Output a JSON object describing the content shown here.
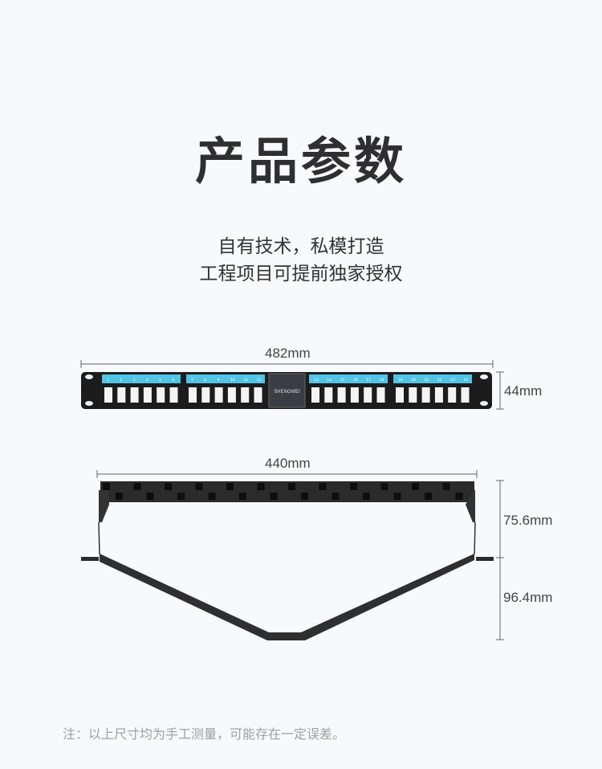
{
  "title": "产品参数",
  "subtitle": [
    "自有技术，私模打造",
    "工程项目可提前独家授权"
  ],
  "front_view": {
    "width_label": "482mm",
    "height_label": "44mm",
    "brand": "SHENGWEI",
    "port_numbers": [
      "1",
      "2",
      "3",
      "4",
      "5",
      "6",
      "7",
      "8",
      "9",
      "10",
      "11",
      "12",
      "13",
      "14",
      "15",
      "16",
      "17",
      "18",
      "19",
      "20",
      "21",
      "22",
      "23",
      "24"
    ]
  },
  "top_view": {
    "width_label": "440mm",
    "depth_labels": [
      "75.6mm",
      "96.4mm"
    ]
  },
  "note": "注：以上尺寸均为手工测量，可能存在一定误差。",
  "colors": {
    "panel": "#1c1c1c",
    "label_strip": "#4fc6e8",
    "ink": "#333333"
  }
}
